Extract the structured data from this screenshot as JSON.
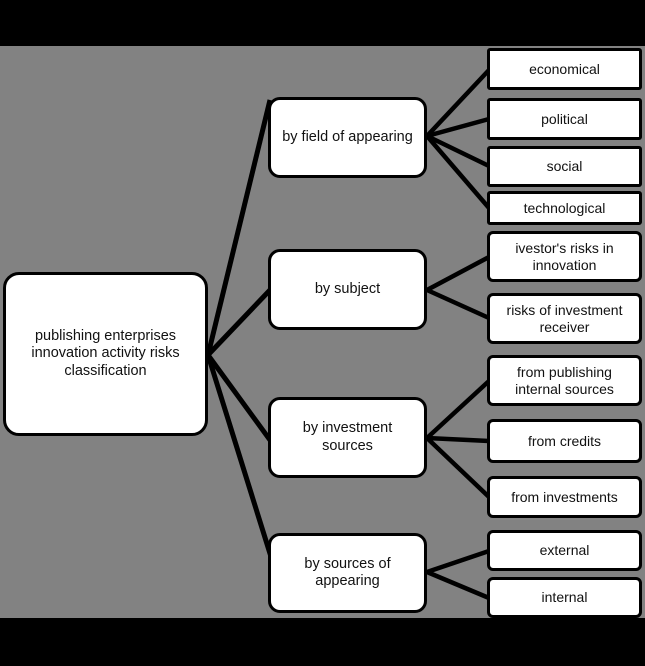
{
  "diagram": {
    "type": "tree",
    "background_color": "#828282",
    "band_color": "#000000",
    "node_fill": "#ffffff",
    "node_stroke": "#000000",
    "root": {
      "id": "root",
      "label": "publishing enterprises innovation activity risks classification"
    },
    "branches": [
      {
        "id": "by-field-of-appearing",
        "label": "by field of appearing",
        "children": [
          {
            "id": "economical",
            "label": "economical"
          },
          {
            "id": "political",
            "label": "political"
          },
          {
            "id": "social",
            "label": "social"
          },
          {
            "id": "technological",
            "label": "technological"
          }
        ]
      },
      {
        "id": "by-subject",
        "label": "by subject",
        "children": [
          {
            "id": "investors-risks-in-innovation",
            "label": "ivestor's risks in innovation"
          },
          {
            "id": "risks-of-investment-receiver",
            "label": "risks of investment receiver"
          }
        ]
      },
      {
        "id": "by-investment-sources",
        "label": "by investment sources",
        "children": [
          {
            "id": "from-publishing-internal-sources",
            "label": "from publishing internal sources"
          },
          {
            "id": "from-credits",
            "label": "from credits"
          },
          {
            "id": "from-investments",
            "label": "from investments"
          }
        ]
      },
      {
        "id": "by-sources-of-appearing",
        "label": "by sources of appearing",
        "children": [
          {
            "id": "external",
            "label": "external"
          },
          {
            "id": "internal",
            "label": "internal"
          }
        ]
      }
    ]
  }
}
